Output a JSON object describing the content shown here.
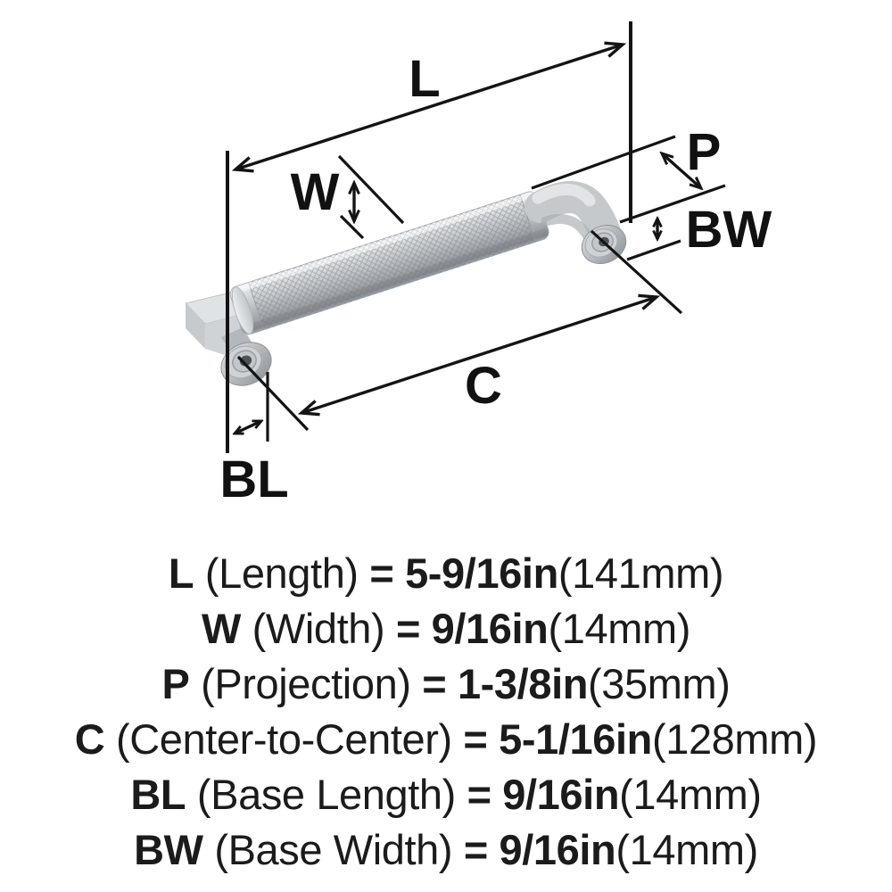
{
  "diagram": {
    "labels": {
      "length": "L",
      "width": "W",
      "projection": "P",
      "base_width": "BW",
      "center_to_center": "C",
      "base_length": "BL"
    }
  },
  "specs": [
    {
      "abbr": "L",
      "name": " (Length) ",
      "value": "= 5-9/16in",
      "metric": "(141mm)"
    },
    {
      "abbr": "W",
      "name": " (Width) ",
      "value": "= 9/16in",
      "metric": "(14mm)"
    },
    {
      "abbr": "P",
      "name": " (Projection) ",
      "value": "= 1-3/8in",
      "metric": "(35mm)"
    },
    {
      "abbr": "C",
      "name": " (Center-to-Center) ",
      "value": "= 5-1/16in",
      "metric": "(128mm)"
    },
    {
      "abbr": "BL",
      "name": " (Base Length) ",
      "value": "= 9/16in",
      "metric": "(14mm)"
    },
    {
      "abbr": "BW",
      "name": " (Base Width) ",
      "value": "= 9/16in",
      "metric": "(14mm)"
    }
  ],
  "colors": {
    "background": "#ffffff",
    "ink": "#141414",
    "metal_light": "#eef0f1",
    "metal_mid": "#c2c6c9",
    "metal_dark": "#8b9095",
    "screw_hole": "#4d5256"
  }
}
